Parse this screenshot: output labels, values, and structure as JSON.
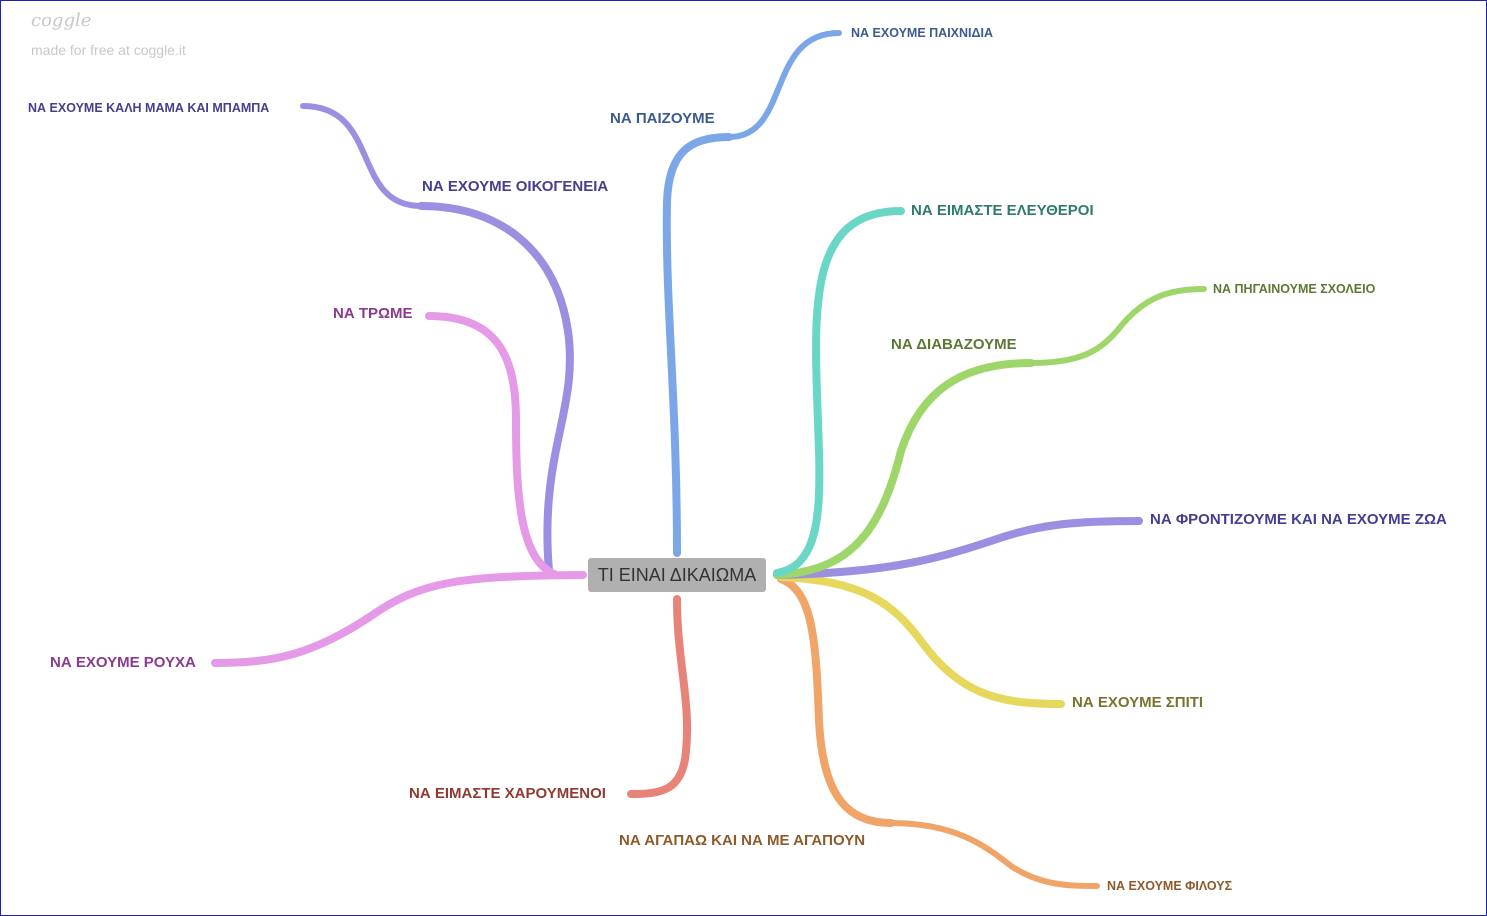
{
  "branding": {
    "logo": "coggle",
    "credit": "made for free at coggle.it"
  },
  "center": {
    "label": "ΤΙ ΕΙΝΑΙ ΔΙΚΑΙΩΜΑ"
  },
  "nodes": {
    "play": "ΝΑ ΠΑΙΖΟΥΜΕ",
    "toys": "ΝΑ ΕΧΟΥΜΕ ΠΑΙΧΝΙΔΙΑ",
    "family": "ΝΑ ΕΧΟΥΜΕ ΟΙΚΟΓΕΝΕΙΑ",
    "parents": "ΝΑ ΕΧΟΥΜΕ ΚΑΛΗ ΜΑΜΑ ΚΑΙ ΜΠΑΜΠΑ",
    "eat": "ΝΑ ΤΡΩΜΕ",
    "clothes": "ΝΑ ΕΧΟΥΜΕ ΡΟΥΧΑ",
    "happy": "ΝΑ ΕΙΜΑΣΤΕ ΧΑΡΟΥΜΕΝΟΙ",
    "love": "ΝΑ ΑΓΑΠΑΩ ΚΑΙ ΝΑ ΜΕ ΑΓΑΠΟΥΝ",
    "friends": "ΝΑ ΕΧΟΥΜΕ ΦΙΛΟΥΣ",
    "house": "ΝΑ ΕΧΟΥΜΕ ΣΠΙΤΙ",
    "animals": "ΝΑ ΦΡΟΝΤΙΖΟΥΜΕ ΚΑΙ ΝΑ ΕΧΟΥΜΕ ΖΩΑ",
    "read": "ΝΑ ΔΙΑΒΑΖΟΥΜΕ",
    "school": "ΝΑ ΠΗΓΑΙΝΟΥΜΕ ΣΧΟΛΕΙΟ",
    "free": "ΝΑ ΕΙΜΑΣΤΕ ΕΛΕΥΘΕΡΟΙ"
  },
  "colors": {
    "blue": "#7ba6e8",
    "purple": "#9a8fe0",
    "pink": "#e59ae8",
    "red": "#e8837a",
    "orange": "#f0a468",
    "yellow": "#e6d85c",
    "green": "#9fd66a",
    "teal": "#6ad6c6",
    "center": "#b0b0b0"
  }
}
